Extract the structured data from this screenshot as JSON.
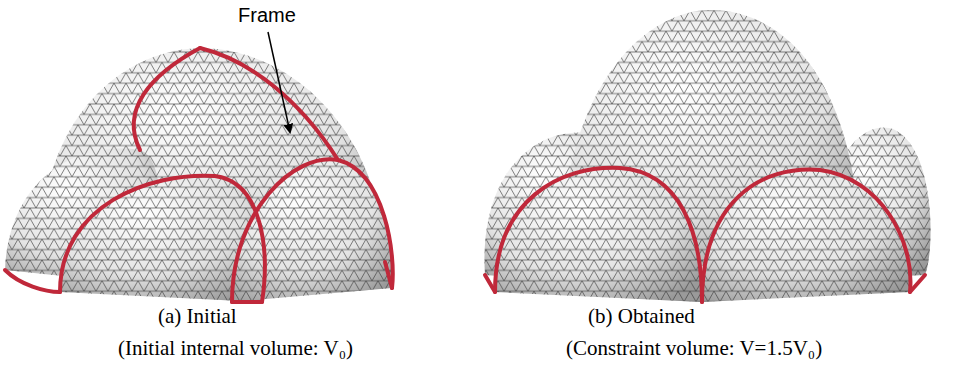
{
  "diagram": {
    "labels": [
      "Frame",
      "(a) Initial",
      "(Initial internal volume: V₀)",
      "(b) Obtained",
      "(Constraint volume: V=1.5V₀)"
    ]
  }
}
